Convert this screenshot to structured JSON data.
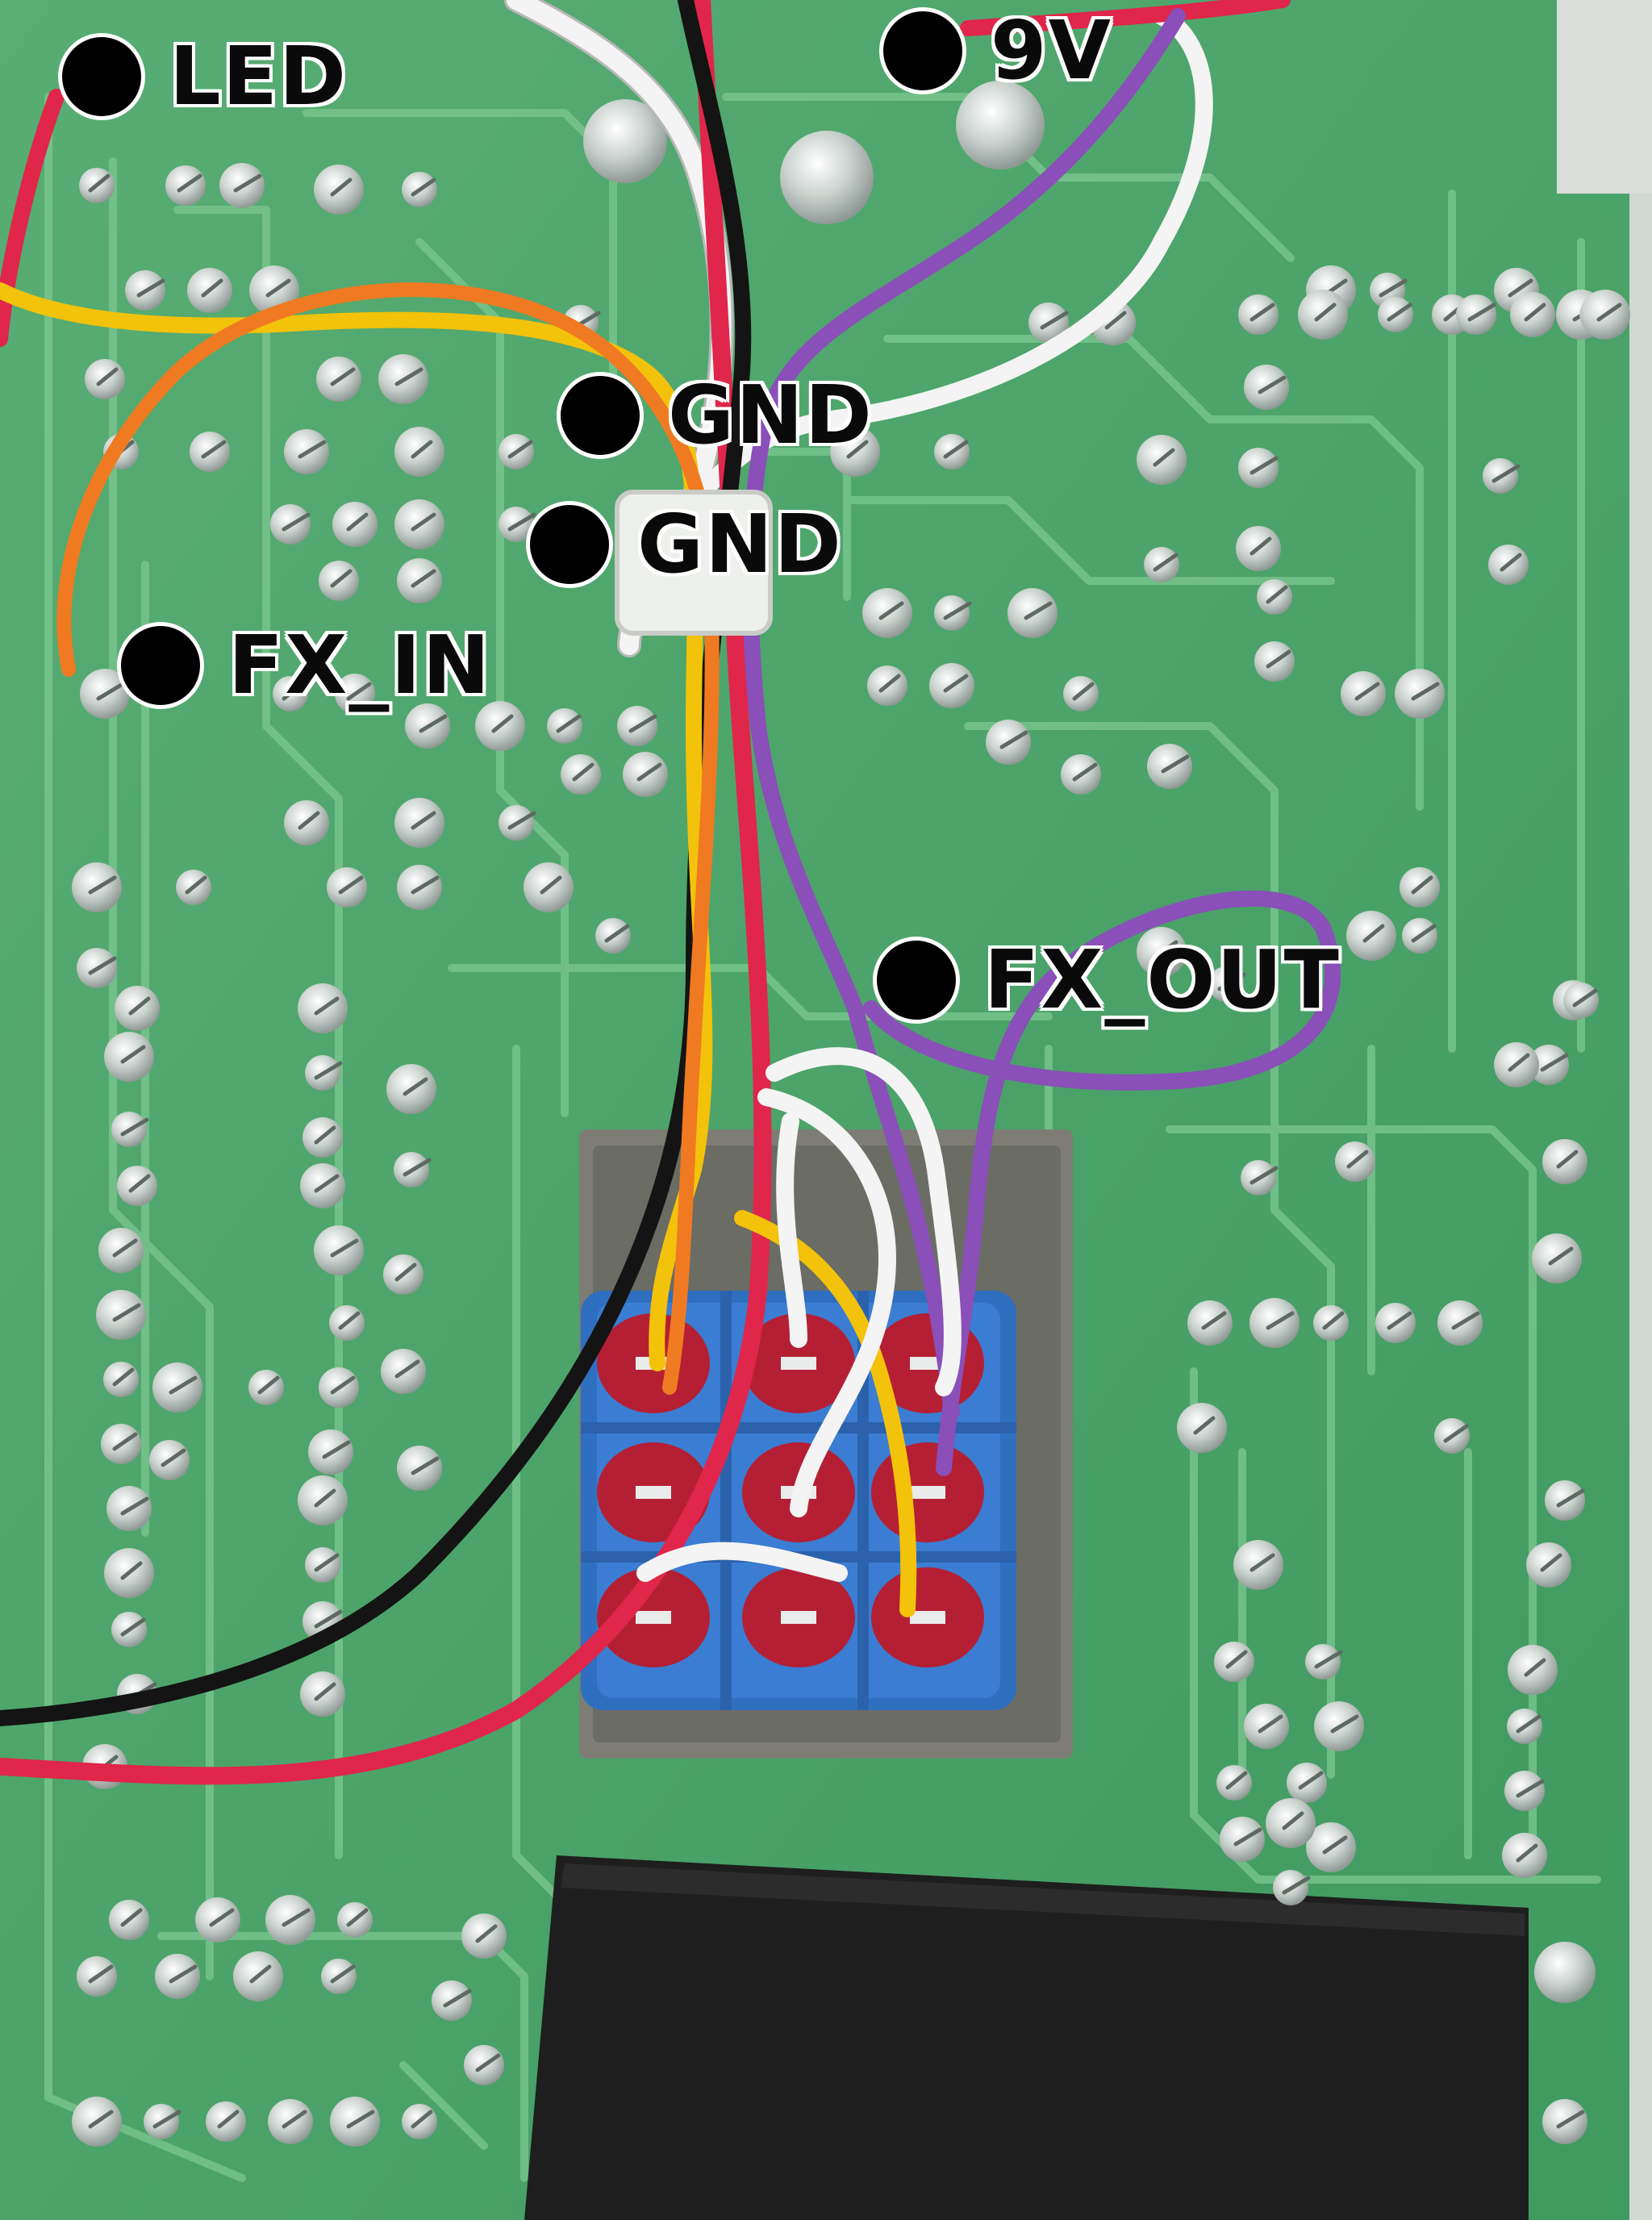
{
  "labels": {
    "led": "LED",
    "nine_volt": "9V",
    "gnd_1": "GND",
    "gnd_2": "GND",
    "fx_in": "FX_IN",
    "fx_out": "FX_OUT"
  },
  "colors": {
    "pcb_green": "#4fa36a",
    "trace_green": "#79c48d",
    "solder": "#cfd6d2",
    "switch_blue": "#2f6fc0",
    "foam_black": "#1e1e1e",
    "wire_red": "#e0264a",
    "wire_black": "#141414",
    "wire_white": "#f4f4f4",
    "wire_yellow": "#f3c20b",
    "wire_orange": "#f07a22",
    "wire_purple": "#8a4fb8",
    "label_dot": "#000000"
  }
}
